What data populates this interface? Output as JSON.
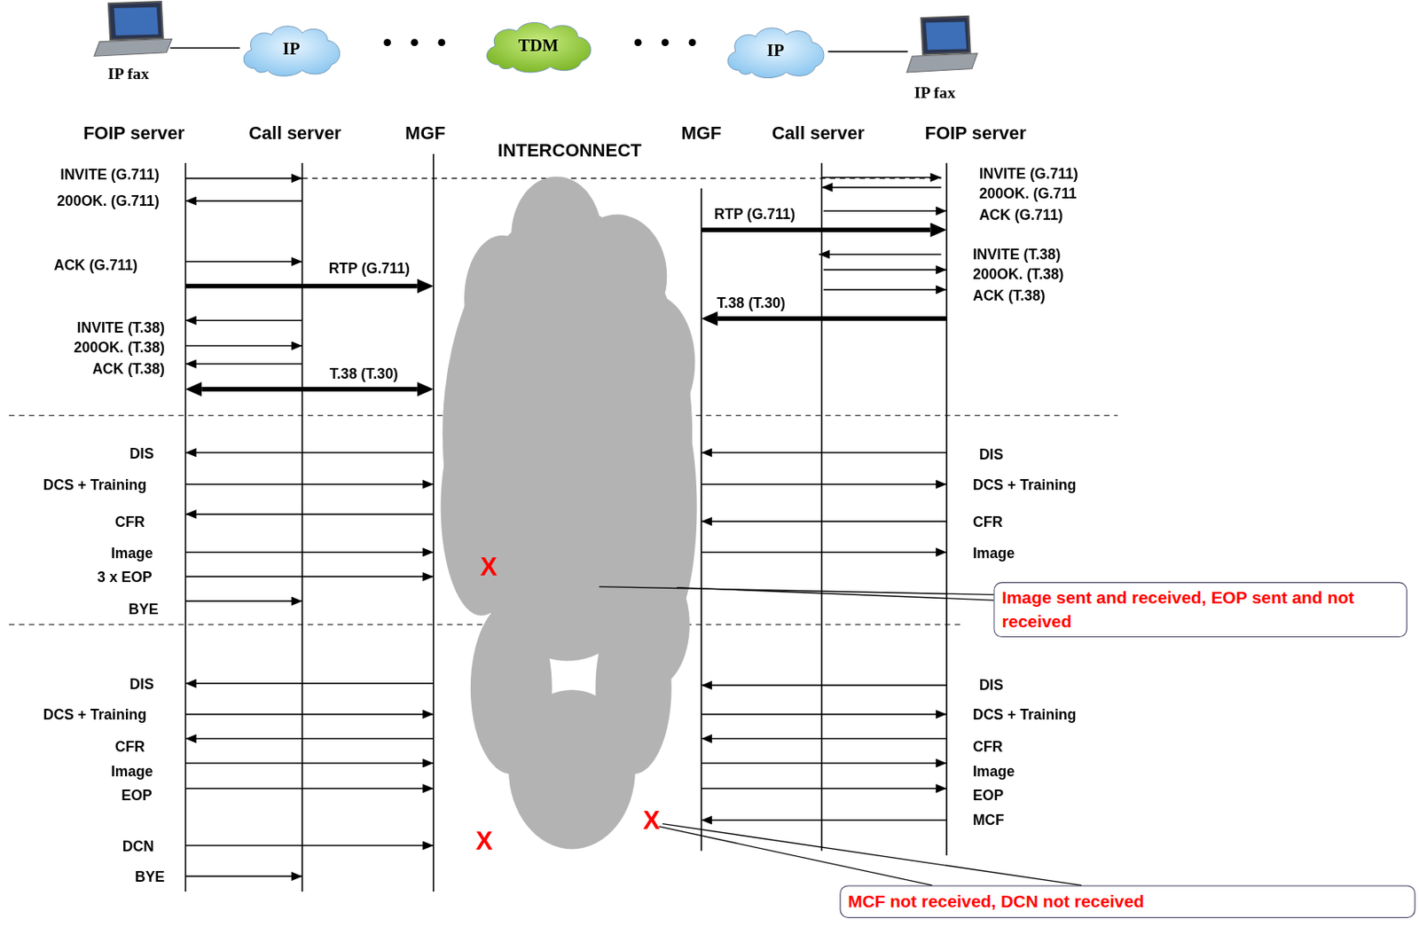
{
  "diagram": {
    "nodes": [
      {
        "text": [
          "IP"
        ]
      },
      {
        "text": [
          "TDM"
        ]
      },
      {
        "text": [
          "IP"
        ]
      },
      {
        "text": [
          "INTERCONNECT"
        ]
      },
      {
        "text": [
          "Image sent and received, EOP sent and not received"
        ]
      },
      {
        "text": [
          "MCF not received, DCN not received"
        ]
      }
    ],
    "labels": [
      "IP fax",
      "IP fax",
      "FOIP server",
      "Call server",
      "MGF",
      "MGF",
      "Call server",
      "FOIP server",
      "INVITE (G.711)",
      "200OK. (G.711)",
      "ACK (G.711)",
      "RTP (G.711)",
      "INVITE (T.38)",
      "200OK. (T.38)",
      "ACK (T.38)",
      "T.38 (T.30)",
      "INVITE (G.711)",
      "200OK. (G.711",
      "ACK (G.711)",
      "RTP (G.711)",
      "INVITE (T.38)",
      "200OK. (T.38)",
      "ACK (T.38)",
      "T.38 (T.30)",
      "DIS",
      "DCS + Training",
      "CFR",
      "Image",
      "3 x EOP",
      "BYE",
      "DIS",
      "DCS + Training",
      "CFR",
      "Image",
      "X",
      "DIS",
      "DCS + Training",
      "CFR",
      "Image",
      "EOP",
      "DCN",
      "BYE",
      "DIS",
      "DCS + Training",
      "CFR",
      "Image",
      "EOP",
      "MCF",
      "X",
      "X"
    ]
  }
}
